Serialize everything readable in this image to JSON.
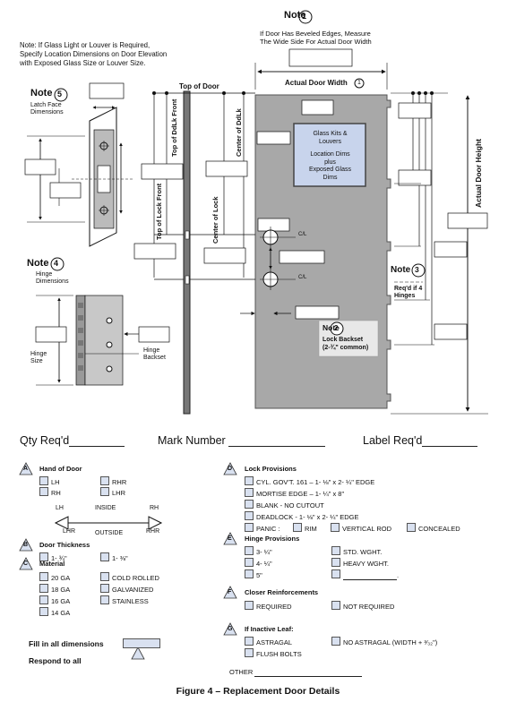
{
  "drawing": {
    "note_general": [
      "Note:  If Glass Light or Louver is Required,",
      "Specify Location Dimensions on Door Elevation",
      "with Exposed Glass Size or Louver Size."
    ],
    "note1_label": "Note",
    "note1_num": "1",
    "note1_text": [
      "If Door Has Beveled Edges, Measure",
      "The Wide Side For Actual Door Width"
    ],
    "actual_door_width": "Actual Door Width",
    "actual_door_width_num": "1",
    "top_of_door": "Top of Door",
    "top_of_ddlk_front": "Top of DdLk Front",
    "center_of_ddlk": "Center of DdLk",
    "top_of_lock_front": "Top of Lock Front",
    "center_of_lock": "Center of Lock",
    "actual_door_height": "Actual Door Height",
    "glass_kit_text": [
      "Glass Kits &",
      "Louvers",
      "",
      "Location Dims",
      "plus",
      "Exposed Glass",
      "Dims"
    ],
    "note5_label": "Note",
    "note5_num": "5",
    "note5_text": [
      "Latch Face",
      "Dimensions"
    ],
    "note4_label": "Note",
    "note4_num": "4",
    "note4_text": [
      "Hinge",
      "Dimensions"
    ],
    "hinge_size": [
      "Hinge",
      "Size"
    ],
    "hinge_backset": [
      "Hinge",
      "Backset"
    ],
    "note3_label": "Note",
    "note3_num": "3",
    "note3_text": [
      "Req'd if 4",
      "Hinges"
    ],
    "note2_label": "Note",
    "note2_num": "2",
    "note2_text": [
      "Lock Backset",
      "(2-¾\" common)"
    ],
    "cl": "C/L"
  },
  "fields": {
    "qty": "Qty Req'd",
    "mark": "Mark Number",
    "label": "Label Req'd"
  },
  "sectionA": {
    "letter": "A",
    "title": "Hand of Door",
    "options": [
      "LH",
      "RHR",
      "RH",
      "LHR"
    ],
    "diagram": {
      "lh": "LH",
      "inside": "INSIDE",
      "rh": "RH",
      "lhr": "LHR",
      "outside": "OUTSIDE",
      "rhr": "RHR"
    }
  },
  "sectionB": {
    "letter": "B",
    "title": "Door Thickness",
    "options": [
      "1- ¾\"",
      "1- ⅜\""
    ]
  },
  "sectionC": {
    "letter": "C",
    "title": "Material",
    "options": [
      "20 GA",
      "COLD ROLLED",
      "18 GA",
      "GALVANIZED",
      "16 GA",
      "STAINLESS",
      "14 GA"
    ]
  },
  "legend": {
    "fill": "Fill in all dimensions",
    "respond": "Respond to all"
  },
  "sectionD": {
    "letter": "D",
    "title": "Lock Provisions",
    "options": [
      "CYL. GOV'T. 161 – 1- ⅛\"  x  2- ¼\" EDGE",
      "MORTISE EDGE – 1- ¼\"  x  8\"",
      "BLANK  -  NO CUTOUT",
      "DEADLOCK  -  1- ⅛\"  x  2- ¼\" EDGE"
    ],
    "panic": "PANIC :",
    "panic_opts": [
      "RIM",
      "VERTICAL ROD",
      "CONCEALED"
    ]
  },
  "sectionE": {
    "letter": "E",
    "title": "Hinge Provisions",
    "options": [
      "3- ¼\"",
      "STD. WGHT.",
      "4- ¼\"",
      "HEAVY WGHT.",
      "5\""
    ]
  },
  "sectionF": {
    "letter": "F",
    "title": "Closer Reinforcements",
    "options": [
      "REQUIRED",
      "NOT REQUIRED"
    ]
  },
  "sectionG": {
    "letter": "G",
    "title": "If Inactive Leaf:",
    "options": [
      "ASTRAGAL",
      "NO ASTRAGAL  (WIDTH + ³⁄₃₂\")",
      "FLUSH BOLTS"
    ]
  },
  "other": "OTHER",
  "caption": "Figure 4 – Replacement Door Details"
}
